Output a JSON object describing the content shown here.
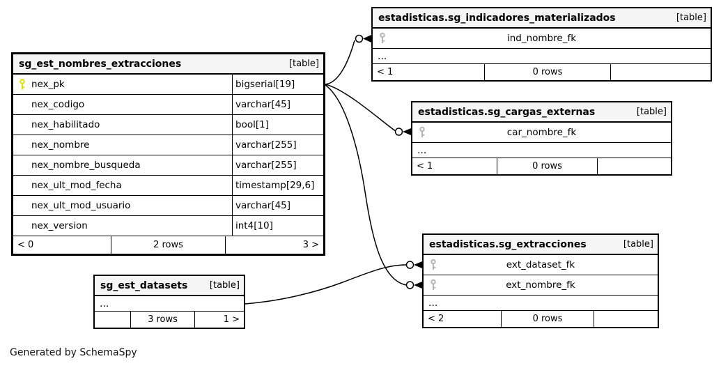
{
  "colors": {
    "pk-key": "#dede00",
    "fk-key": "#b4b4b4",
    "header-bg": "#f5f5f5",
    "border": "#000000",
    "bg": "#ffffff"
  },
  "note": "Generated by SchemaSpy",
  "tables": {
    "main": {
      "name": "sg_est_nombres_extracciones",
      "tag": "[table]",
      "columns": [
        {
          "name": "nex_pk",
          "type": "bigserial[19]",
          "key": "primary"
        },
        {
          "name": "nex_codigo",
          "type": "varchar[45]",
          "key": ""
        },
        {
          "name": "nex_habilitado",
          "type": "bool[1]",
          "key": ""
        },
        {
          "name": "nex_nombre",
          "type": "varchar[255]",
          "key": ""
        },
        {
          "name": "nex_nombre_busqueda",
          "type": "varchar[255]",
          "key": ""
        },
        {
          "name": "nex_ult_mod_fecha",
          "type": "timestamp[29,6]",
          "key": ""
        },
        {
          "name": "nex_ult_mod_usuario",
          "type": "varchar[45]",
          "key": ""
        },
        {
          "name": "nex_version",
          "type": "int4[10]",
          "key": ""
        }
      ],
      "footer": {
        "left": "< 0",
        "center": "2 rows",
        "right": "3 >"
      }
    },
    "indicadores": {
      "name": "estadisticas.sg_indicadores_materializados",
      "tag": "[table]",
      "columns": [
        {
          "name": "ind_nombre_fk",
          "key": "foreign"
        }
      ],
      "ellipsis": "...",
      "footer": {
        "left": "< 1",
        "center": "0 rows",
        "right": ""
      }
    },
    "cargas": {
      "name": "estadisticas.sg_cargas_externas",
      "tag": "[table]",
      "columns": [
        {
          "name": "car_nombre_fk",
          "key": "foreign"
        }
      ],
      "ellipsis": "...",
      "footer": {
        "left": "< 1",
        "center": "0 rows",
        "right": ""
      }
    },
    "extracciones": {
      "name": "estadisticas.sg_extracciones",
      "tag": "[table]",
      "columns": [
        {
          "name": "ext_dataset_fk",
          "key": "foreign"
        },
        {
          "name": "ext_nombre_fk",
          "key": "foreign"
        }
      ],
      "ellipsis": "...",
      "footer": {
        "left": "< 2",
        "center": "0 rows",
        "right": ""
      }
    },
    "datasets": {
      "name": "sg_est_datasets",
      "tag": "[table]",
      "ellipsis": "...",
      "footer": {
        "left": "",
        "center": "3 rows",
        "right": "1 >"
      }
    }
  },
  "relationships": [
    {
      "from": "sg_est_nombres_extracciones.nex_pk",
      "to": "estadisticas.sg_indicadores_materializados.ind_nombre_fk"
    },
    {
      "from": "sg_est_nombres_extracciones.nex_pk",
      "to": "estadisticas.sg_cargas_externas.car_nombre_fk"
    },
    {
      "from": "sg_est_nombres_extracciones.nex_pk",
      "to": "estadisticas.sg_extracciones.ext_nombre_fk"
    },
    {
      "from": "sg_est_datasets",
      "to": "estadisticas.sg_extracciones.ext_dataset_fk"
    }
  ]
}
